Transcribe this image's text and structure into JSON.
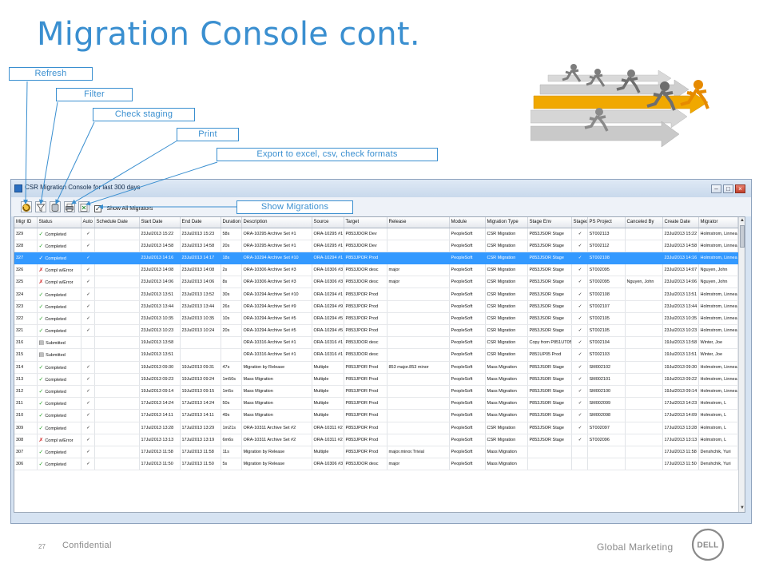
{
  "slide": {
    "title": "Migration Console cont.",
    "callouts": {
      "refresh": "Refresh",
      "filter": "Filter",
      "check_staging": "Check staging",
      "print": "Print",
      "export": "Export to excel, csv, check formats",
      "show_migrations": "Show Migrations"
    },
    "footer": {
      "page_number": "27",
      "confidential": "Confidential",
      "group": "Global Marketing",
      "logo": "DELL"
    },
    "colors": {
      "accent": "#3a8fd0",
      "selection": "#3399ff",
      "highlight_arrow": "#f0a800"
    }
  },
  "window": {
    "title": "CSR Migration Console for last 300 days",
    "buttons": {
      "minimize": "–",
      "maximize": "□",
      "close": "×"
    },
    "toolbar": {
      "show_all_label": "Show All Migrators",
      "show_all_checked": true
    }
  },
  "table": {
    "columns": [
      "Migr ID",
      "Status",
      "Auto",
      "Schedule Date",
      "Start Date",
      "End Date",
      "Duration",
      "Description",
      "Source",
      "Target",
      "Release",
      "Module",
      "Migration Type",
      "Stage Env",
      "Staged",
      "PS Project",
      "Canceled By",
      "Create Date",
      "Migrator"
    ],
    "selected_index": 2,
    "rows": [
      [
        "329",
        "Completed",
        "✓",
        "",
        "23Jul2013 15:22",
        "23Jul2013 15:23",
        "58s",
        "ORA-10295 Archive Set #1",
        "ORA-10295 #1",
        "P853JDOR Dev",
        "",
        "PeopleSoft",
        "CSR Migration",
        "P853JSOR Stage",
        "✓",
        "ST002113",
        "",
        "23Jul2013 15:22",
        "Holmstrom, Linnea"
      ],
      [
        "328",
        "Completed",
        "✓",
        "",
        "23Jul2013 14:58",
        "23Jul2013 14:58",
        "20s",
        "ORA-10295 Archive Set #1",
        "ORA-10295 #1",
        "P853JDOR Dev",
        "",
        "PeopleSoft",
        "CSR Migration",
        "P853JSOR Stage",
        "✓",
        "ST002112",
        "",
        "23Jul2013 14:58",
        "Holmstrom, Linnea"
      ],
      [
        "327",
        "Completed",
        "✓",
        "",
        "23Jul2013 14:16",
        "23Jul2013 14:17",
        "18s",
        "ORA-10294 Archive Set #10",
        "ORA-10294 #1",
        "P853JPOR Prod",
        "",
        "PeopleSoft",
        "CSR Migration",
        "P853JSOR Stage",
        "✓",
        "ST002108",
        "",
        "23Jul2013 14:16",
        "Holmstrom, Linnea"
      ],
      [
        "326",
        "Compl w/Error",
        "✓",
        "",
        "23Jul2013 14:08",
        "23Jul2013 14:08",
        "2s",
        "ORA-10306 Archive Set #3",
        "ORA-10306 #3",
        "P853JDOR desc",
        "major",
        "PeopleSoft",
        "CSR Migration",
        "P853JSOR Stage",
        "✓",
        "ST002095",
        "",
        "23Jul2013 14:07",
        "Nguyen, John"
      ],
      [
        "325",
        "Compl w/Error",
        "✓",
        "",
        "23Jul2013 14:06",
        "23Jul2013 14:06",
        "8s",
        "ORA-10306 Archive Set #3",
        "ORA-10306 #3",
        "P853JDOR desc",
        "major",
        "PeopleSoft",
        "CSR Migration",
        "P853JSOR Stage",
        "✓",
        "ST002095",
        "Nguyen, John",
        "23Jul2013 14:06",
        "Nguyen, John"
      ],
      [
        "324",
        "Completed",
        "✓",
        "",
        "23Jul2013 13:51",
        "23Jul2013 13:52",
        "30s",
        "ORA-10294 Archive Set #10",
        "ORA-10294 #1",
        "P853JPOR Prod",
        "",
        "PeopleSoft",
        "CSR Migration",
        "P853JSOR Stage",
        "✓",
        "ST002108",
        "",
        "23Jul2013 13:51",
        "Holmstrom, Linnea"
      ],
      [
        "323",
        "Completed",
        "✓",
        "",
        "23Jul2013 13:44",
        "23Jul2013 13:44",
        "26s",
        "ORA-10294 Archive Set #9",
        "ORA-10294 #9",
        "P853JPOR Prod",
        "",
        "PeopleSoft",
        "CSR Migration",
        "P853JSOR Stage",
        "✓",
        "ST002107",
        "",
        "23Jul2013 13:44",
        "Holmstrom, Linnea"
      ],
      [
        "322",
        "Completed",
        "✓",
        "",
        "23Jul2013 10:35",
        "23Jul2013 10:35",
        "10s",
        "ORA-10294 Archive Set #5",
        "ORA-10294 #5",
        "P853JPOR Prod",
        "",
        "PeopleSoft",
        "CSR Migration",
        "P853JSOR Stage",
        "✓",
        "ST002105",
        "",
        "23Jul2013 10:35",
        "Holmstrom, Linnea"
      ],
      [
        "321",
        "Completed",
        "✓",
        "",
        "23Jul2013 10:23",
        "23Jul2013 10:24",
        "20s",
        "ORA-10294 Archive Set #5",
        "ORA-10294 #5",
        "P853JPOR Prod",
        "",
        "PeopleSoft",
        "CSR Migration",
        "P853JSOR Stage",
        "✓",
        "ST002105",
        "",
        "23Jul2013 10:23",
        "Holmstrom, Linnea"
      ],
      [
        "316",
        "Submitted",
        "",
        "",
        "19Jul2013 13:58",
        "",
        "",
        "ORA-10316 Archive Set #1",
        "ORA-10316 #1",
        "P853JDOR desc",
        "",
        "PeopleSoft",
        "CSR Migration",
        "Copy from P851UT05",
        "✓",
        "ST002104",
        "",
        "19Jul2013 13:58",
        "Winter, Joe"
      ],
      [
        "315",
        "Submitted",
        "",
        "",
        "19Jul2013 13:51",
        "",
        "",
        "ORA-10316 Archive Set #1",
        "ORA-10316 #1",
        "P853JDOR desc",
        "",
        "PeopleSoft",
        "CSR Migration",
        "P851UP05 Prod",
        "✓",
        "ST002103",
        "",
        "19Jul2013 13:51",
        "Winter, Joe"
      ],
      [
        "314",
        "Completed",
        "✓",
        "",
        "19Jul2013 09:30",
        "19Jul2013 09:31",
        "47s",
        "Migration by Release",
        "Multiple",
        "P853JPOR Prod",
        "853 major.853 minor",
        "PeopleSoft",
        "Mass Migration",
        "P853JSOR Stage",
        "✓",
        "SM002102",
        "",
        "19Jul2013 09:30",
        "Holmstrom, Linnea"
      ],
      [
        "313",
        "Completed",
        "✓",
        "",
        "19Jul2013 09:23",
        "19Jul2013 09:24",
        "1m50s",
        "Mass Migration",
        "Multiple",
        "P853JPOR Prod",
        "",
        "PeopleSoft",
        "Mass Migration",
        "P853JSOR Stage",
        "✓",
        "SM002101",
        "",
        "19Jul2013 09:22",
        "Holmstrom, Linnea"
      ],
      [
        "312",
        "Completed",
        "✓",
        "",
        "19Jul2013 09:14",
        "19Jul2013 09:15",
        "1m5s",
        "Mass Migration",
        "Multiple",
        "P853JPOR Prod",
        "",
        "PeopleSoft",
        "Mass Migration",
        "P853JSOR Stage",
        "✓",
        "SM002100",
        "",
        "19Jul2013 09:14",
        "Holmstrom, Linnea"
      ],
      [
        "311",
        "Completed",
        "✓",
        "",
        "17Jul2013 14:24",
        "17Jul2013 14:24",
        "50s",
        "Mass Migration",
        "Multiple",
        "P853JPOR Prod",
        "",
        "PeopleSoft",
        "Mass Migration",
        "P853JSOR Stage",
        "✓",
        "SM002099",
        "",
        "17Jul2013 14:23",
        "Holmstrom, L"
      ],
      [
        "310",
        "Completed",
        "✓",
        "",
        "17Jul2013 14:11",
        "17Jul2013 14:11",
        "49s",
        "Mass Migration",
        "Multiple",
        "P853JPOR Prod",
        "",
        "PeopleSoft",
        "Mass Migration",
        "P853JSOR Stage",
        "✓",
        "SM002098",
        "",
        "17Jul2013 14:09",
        "Holmstrom, L"
      ],
      [
        "309",
        "Completed",
        "✓",
        "",
        "17Jul2013 13:28",
        "17Jul2013 13:29",
        "1m21s",
        "ORA-10311 Archive Set #2",
        "ORA-10311 #2",
        "P853JPOR Prod",
        "",
        "PeopleSoft",
        "CSR Migration",
        "P853JSOR Stage",
        "✓",
        "ST002097",
        "",
        "17Jul2013 13:28",
        "Holmstrom, L"
      ],
      [
        "308",
        "Compl w/Error",
        "✓",
        "",
        "17Jul2013 13:13",
        "17Jul2013 13:19",
        "6m6s",
        "ORA-10311 Archive Set #2",
        "ORA-10311 #2",
        "P853JPOR Prod",
        "",
        "PeopleSoft",
        "CSR Migration",
        "P853JSOR Stage",
        "✓",
        "ST002096",
        "",
        "17Jul2013 13:13",
        "Holmstrom, L"
      ],
      [
        "307",
        "Completed",
        "✓",
        "",
        "17Jul2013 11:58",
        "17Jul2013 11:58",
        "11s",
        "Migration by Release",
        "Multiple",
        "P853JPOR Prod",
        "major.minor.Trivial",
        "PeopleSoft",
        "Mass Migration",
        "",
        "",
        "",
        "",
        "17Jul2013 11:58",
        "Denshchik, Yuri"
      ],
      [
        "306",
        "Completed",
        "✓",
        "",
        "17Jul2013 11:50",
        "17Jul2013 11:50",
        "5s",
        "Migration by Release",
        "ORA-10306 #3",
        "P853JDOR desc",
        "major",
        "PeopleSoft",
        "Mass Migration",
        "",
        "",
        "",
        "",
        "17Jul2013 11:50",
        "Denshchik, Yuri"
      ]
    ]
  }
}
